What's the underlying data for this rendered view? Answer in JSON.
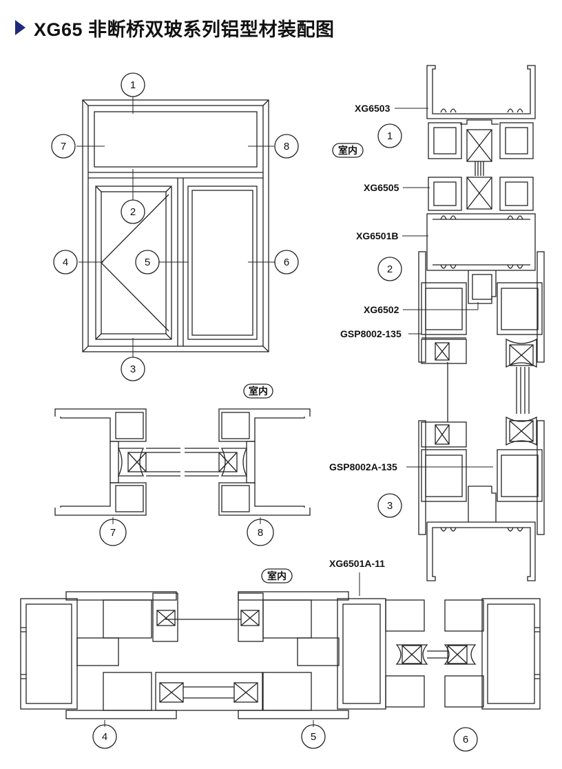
{
  "title": "XG65 非断桥双玻系列铝型材装配图",
  "indoor_label": "室内",
  "callouts": {
    "xg6503": "XG6503",
    "xg6505": "XG6505",
    "xg6501b": "XG6501B",
    "xg6502": "XG6502",
    "gsp8002": "GSP8002-135",
    "gsp8002a": "GSP8002A-135",
    "xg6501a": "XG6501A-11"
  },
  "markers": [
    "1",
    "2",
    "3",
    "4",
    "5",
    "6",
    "7",
    "8"
  ],
  "colors": {
    "accent": "#1e2a78",
    "line": "#222222"
  }
}
